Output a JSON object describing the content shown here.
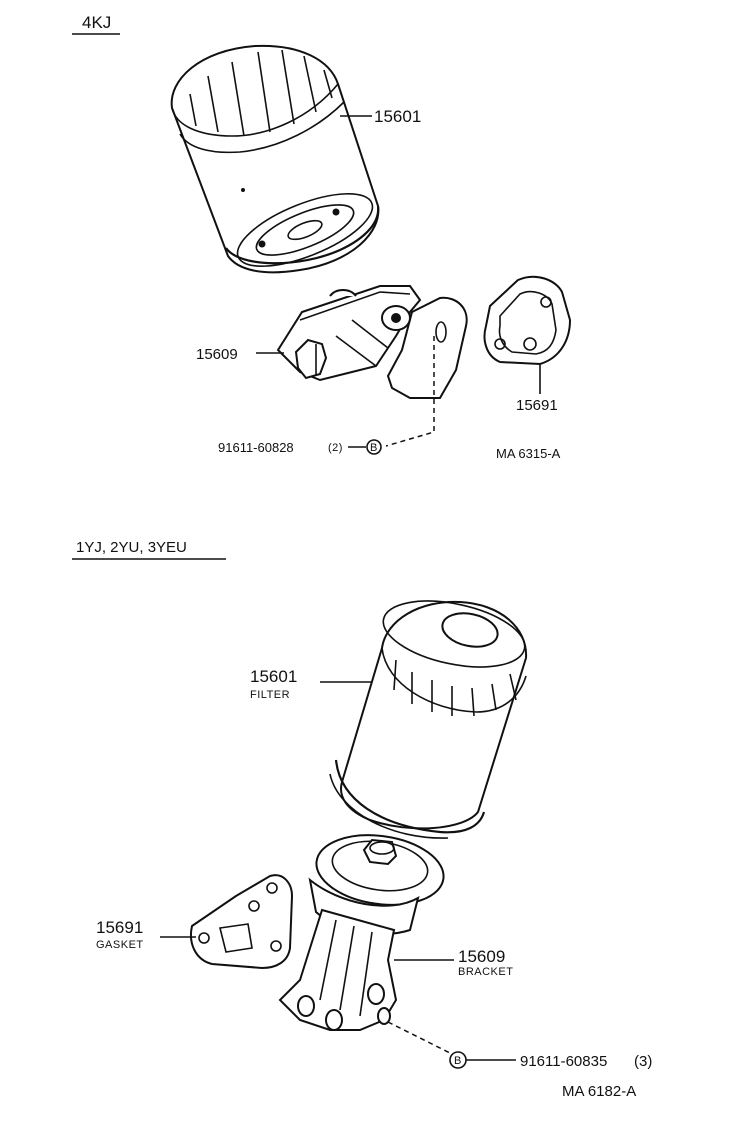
{
  "top_section": {
    "heading": "4KJ",
    "filter_part": "15601",
    "bracket_part": "15609",
    "gasket_part": "15691",
    "bolt_part": "91611-60828",
    "bolt_qty": "(2)",
    "bolt_symbol": "B",
    "diagram_code": "MA 6315-A"
  },
  "bottom_section": {
    "heading": "1YJ, 2YU, 3YEU",
    "filter_part": "15601",
    "filter_name": "FILTER",
    "gasket_part": "15691",
    "gasket_name": "GASKET",
    "bracket_part": "15609",
    "bracket_name": "BRACKET",
    "bolt_symbol": "B",
    "bolt_part": "91611-60835",
    "bolt_qty": "(3)",
    "diagram_code": "MA 6182-A"
  }
}
